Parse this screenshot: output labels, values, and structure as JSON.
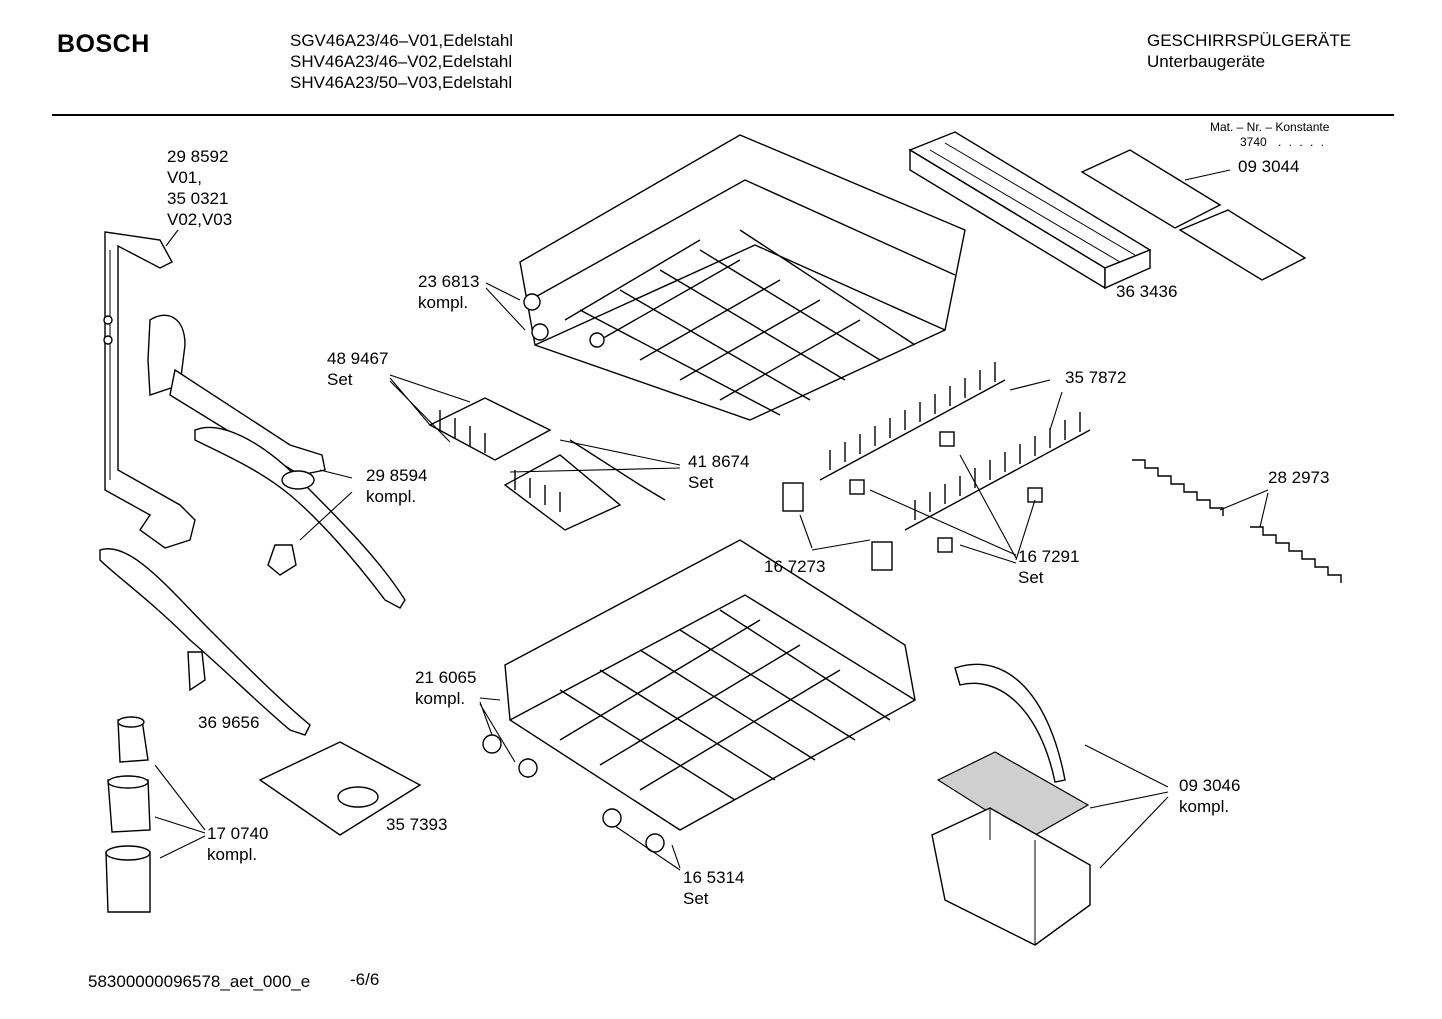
{
  "header": {
    "brand": "BOSCH",
    "models": [
      "SGV46A23/46–V01,Edelstahl",
      "SHV46A23/46–V02,Edelstahl",
      "SHV46A23/50–V03,Edelstahl"
    ],
    "category": "GESCHIRRSPÜLGERÄTE",
    "subcategory": "Unterbaugeräte",
    "constant_label": "Mat. – Nr. – Konstante",
    "constant_value": "3740",
    "constant_dots": ". . . . ."
  },
  "labels": {
    "p298592": [
      "29 8592",
      "V01,",
      "35 0321",
      "V02,V03"
    ],
    "p236813": [
      "23 6813",
      "kompl."
    ],
    "p489467": [
      "48 9467",
      "Set"
    ],
    "p298594": [
      "29 8594",
      "kompl."
    ],
    "p418674": [
      "41 8674",
      "Set"
    ],
    "p093044": [
      "09 3044"
    ],
    "p363436": [
      "36 3436"
    ],
    "p357872": [
      "35 7872"
    ],
    "p282973": [
      "28 2973"
    ],
    "p167273": [
      "16 7273"
    ],
    "p167291": [
      "16 7291",
      "Set"
    ],
    "p216065": [
      "21 6065",
      "kompl."
    ],
    "p369656": [
      "36 9656"
    ],
    "p357393": [
      "35 7393"
    ],
    "p170740": [
      "17 0740",
      "kompl."
    ],
    "p093046": [
      "09 3046",
      "kompl."
    ],
    "p165314": [
      "16 5314",
      "Set"
    ]
  },
  "footer": {
    "doc_id": "58300000096578_aet_000_e",
    "page": "-6/6"
  }
}
